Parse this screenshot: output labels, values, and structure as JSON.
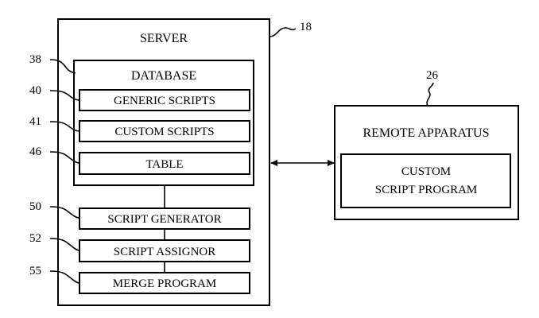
{
  "server": {
    "title": "SERVER",
    "ref": "18",
    "database": {
      "title": "DATABASE",
      "ref": "38",
      "items": [
        {
          "label": "GENERIC SCRIPTS",
          "ref": "40"
        },
        {
          "label": "CUSTOM SCRIPTS",
          "ref": "41"
        },
        {
          "label": "TABLE",
          "ref": "46"
        }
      ]
    },
    "modules": [
      {
        "label": "SCRIPT GENERATOR",
        "ref": "50"
      },
      {
        "label": "SCRIPT ASSIGNOR",
        "ref": "52"
      },
      {
        "label": "MERGE PROGRAM",
        "ref": "55"
      }
    ]
  },
  "remote": {
    "title": "REMOTE APPARATUS",
    "ref": "26",
    "program": {
      "line1": "CUSTOM",
      "line2": "SCRIPT PROGRAM"
    }
  }
}
